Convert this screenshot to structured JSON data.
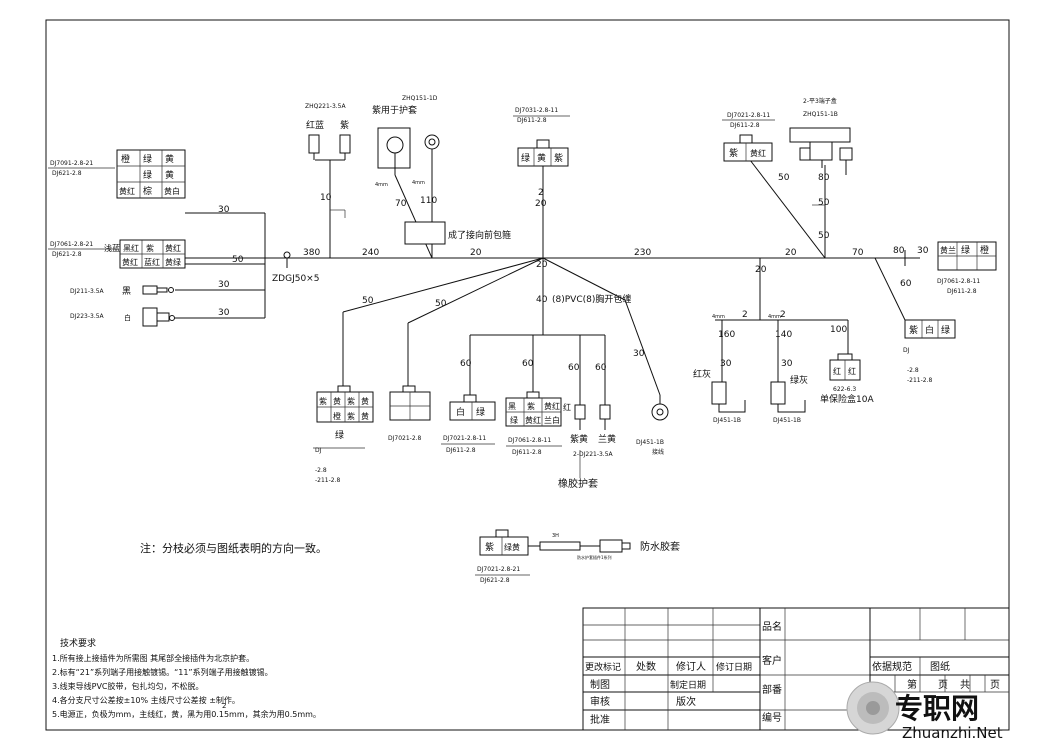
{
  "header": {
    "top_left_label": "ZHQ151-1D",
    "top_right_label": "ZHQ151-1B",
    "top_right_sub": "2-平3端子盒"
  },
  "connectors": {
    "left_upper": {
      "code1": "DJ7091-2.8-21",
      "code2": "DJ621-2.8",
      "cells": [
        "橙",
        "绿",
        "黄",
        "",
        "绿",
        "黄",
        "黄红",
        "棕",
        "黄白"
      ]
    },
    "left_lower": {
      "code1": "DJ7061-2.8-21",
      "code2": "DJ621-2.8",
      "cells": [
        "黑红",
        "紫",
        "黄红",
        "黄红",
        "蓝红",
        "黄绿"
      ],
      "prefix": "浅蓝"
    },
    "left_small1": {
      "code": "DJ211-3.5A",
      "label": "黑"
    },
    "left_small2": {
      "code": "DJ223-3.5A",
      "label": "白"
    },
    "red_blue_pair": {
      "code": "ZHQ221-3.5A",
      "label_a": "红蓝",
      "label_b": "紫"
    },
    "purple_ring": {
      "label": "紫用于护套"
    },
    "top_mid": {
      "code1": "DJ7031-2.8-11",
      "code2": "DJ611-2.8",
      "cells": [
        "绿",
        "黄",
        "紫"
      ]
    },
    "top_right": {
      "code1": "DJ7021-2.8-11",
      "code2": "DJ611-2.8",
      "cells": [
        "紫",
        "黄红"
      ]
    },
    "right_end": {
      "code1": "DJ7061-2.8-11",
      "code2": "DJ611-2.8",
      "cells": [
        "黄兰",
        "绿",
        "橙",
        "",
        "",
        ""
      ]
    },
    "right_mid": {
      "code1": "DJ",
      "cells": [
        "紫",
        "白",
        "绿"
      ],
      "code2": "-2.8",
      "code3": "-211-2.8"
    },
    "bottom_1": {
      "cells": [
        "紫",
        "黄",
        "紫",
        "黄",
        "",
        "橙",
        "紫",
        "黄"
      ],
      "label": "绿",
      "code1": "DJ",
      "code2": "-2.8",
      "code3": "-211-2.8"
    },
    "bottom_2": {
      "code": "DJ7021-2.8",
      "cells": [
        "",
        "",
        "",
        ""
      ]
    },
    "bottom_3": {
      "cells": [
        "白",
        "绿"
      ],
      "code1": "DJ7021-2.8-11",
      "code2": "DJ611-2.8"
    },
    "bottom_4": {
      "cells": [
        "黑",
        "紫",
        "黄红",
        "绿",
        "黄红",
        "兰白"
      ],
      "code1": "DJ7061-2.8-11",
      "code2": "DJ611-2.8",
      "side": "红"
    },
    "bottom_5": {
      "label_a": "紫黄",
      "label_b": "兰黄",
      "code": "2-DJ221-3.5A"
    },
    "bottom_6": {
      "code": "DJ451-1B",
      "sub": "接线"
    },
    "lamp_red": {
      "label": "红灰",
      "code": "DJ451-1B"
    },
    "lamp_green": {
      "label": "绿灰",
      "code": "DJ451-1B"
    },
    "fuse": {
      "label": "单保险盒10A",
      "code": "622-6.3",
      "cells": [
        "红",
        "红"
      ]
    },
    "bottom_wp": {
      "cells": [
        "紫",
        "绿黄"
      ],
      "code1": "DJ7021-2.8-21",
      "code2": "DJ621-2.8",
      "label": "防水胶套",
      "mid_text": "3H",
      "sub_text": "防水护套插件1系列"
    }
  },
  "annotations": {
    "clamp": "ZDGJ50×5",
    "box_label": "成了接向前包箍",
    "vcheck": "(8)PVC(8)胸开包缠",
    "rubber": "橡胶护套",
    "note": "注：分枝必须与图纸表明的方向一致。",
    "dims": [
      "30",
      "50",
      "30",
      "30",
      "10",
      "70",
      "110",
      "380",
      "240",
      "20",
      "20",
      "230",
      "20",
      "20",
      "70",
      "80",
      "30",
      "50",
      "80",
      "50",
      "50",
      "60",
      "20",
      "40",
      "50",
      "50",
      "60",
      "60",
      "60",
      "60",
      "30",
      "2",
      "2",
      "2",
      "160",
      "140",
      "100",
      "30",
      "30",
      "4mm",
      "4mm",
      "4mm",
      "4mm"
    ]
  },
  "tech_req": {
    "title": "技术要求",
    "lines": [
      "1.所有接上接插件为所需图 其尾部全接插件为北京护套。",
      "2.标有“21”系列端子用接触镀锡。“11”系列端子用接触镀锡。",
      "3.线束导线PVC胶带，包扎均匀，不松脱。",
      "4.各分支尺寸公差按±10%  主线尺寸公差按 ±制作。",
      "5.电源正，负极为mm，主线红，黄，黑为用0.15mm，其余为用0.5mm。"
    ],
    "note_num": "2"
  },
  "titleblock": {
    "r1": [
      "更改标记",
      "处数",
      "修订人",
      "修订日期"
    ],
    "r2": [
      "制图",
      "制定日期"
    ],
    "r3": [
      "审核",
      "版次"
    ],
    "r4": [
      "批准"
    ],
    "labels": [
      "品名",
      "客户",
      "部番",
      "编号"
    ],
    "right": [
      "依据规范",
      "图纸",
      "第",
      "页",
      "共",
      "页"
    ]
  },
  "watermark": {
    "cn": "专职网",
    "url": "Zhuanzhi.Net"
  }
}
